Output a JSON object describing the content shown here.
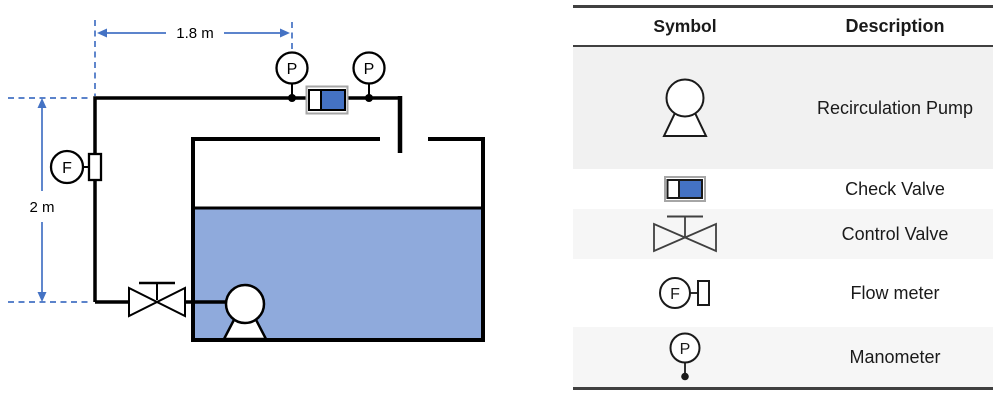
{
  "diagram": {
    "dimensions": {
      "horizontal": "1.8 m",
      "vertical": "2 m"
    },
    "instrument_labels": {
      "flow_meter": "F",
      "manometer": "P"
    },
    "icons": [
      "recirculation-pump-icon",
      "check-valve-icon",
      "control-valve-icon",
      "flow-meter-icon",
      "manometer-icon",
      "tank",
      "water"
    ],
    "colors": {
      "accent_blue": "#4472C4",
      "water_fill": "#8FAADC",
      "line_black": "#000000",
      "table_border": "#404040",
      "row_gray": "#f1f1f1"
    }
  },
  "legend": {
    "headers": {
      "symbol": "Symbol",
      "description": "Description"
    },
    "rows": [
      {
        "symbol_icon": "recirculation-pump-icon",
        "description": "Recirculation Pump"
      },
      {
        "symbol_icon": "check-valve-icon",
        "description": "Check Valve"
      },
      {
        "symbol_icon": "control-valve-icon",
        "description": "Control Valve"
      },
      {
        "symbol_icon": "flow-meter-icon",
        "description": "Flow meter"
      },
      {
        "symbol_icon": "manometer-icon",
        "description": "Manometer"
      }
    ]
  }
}
